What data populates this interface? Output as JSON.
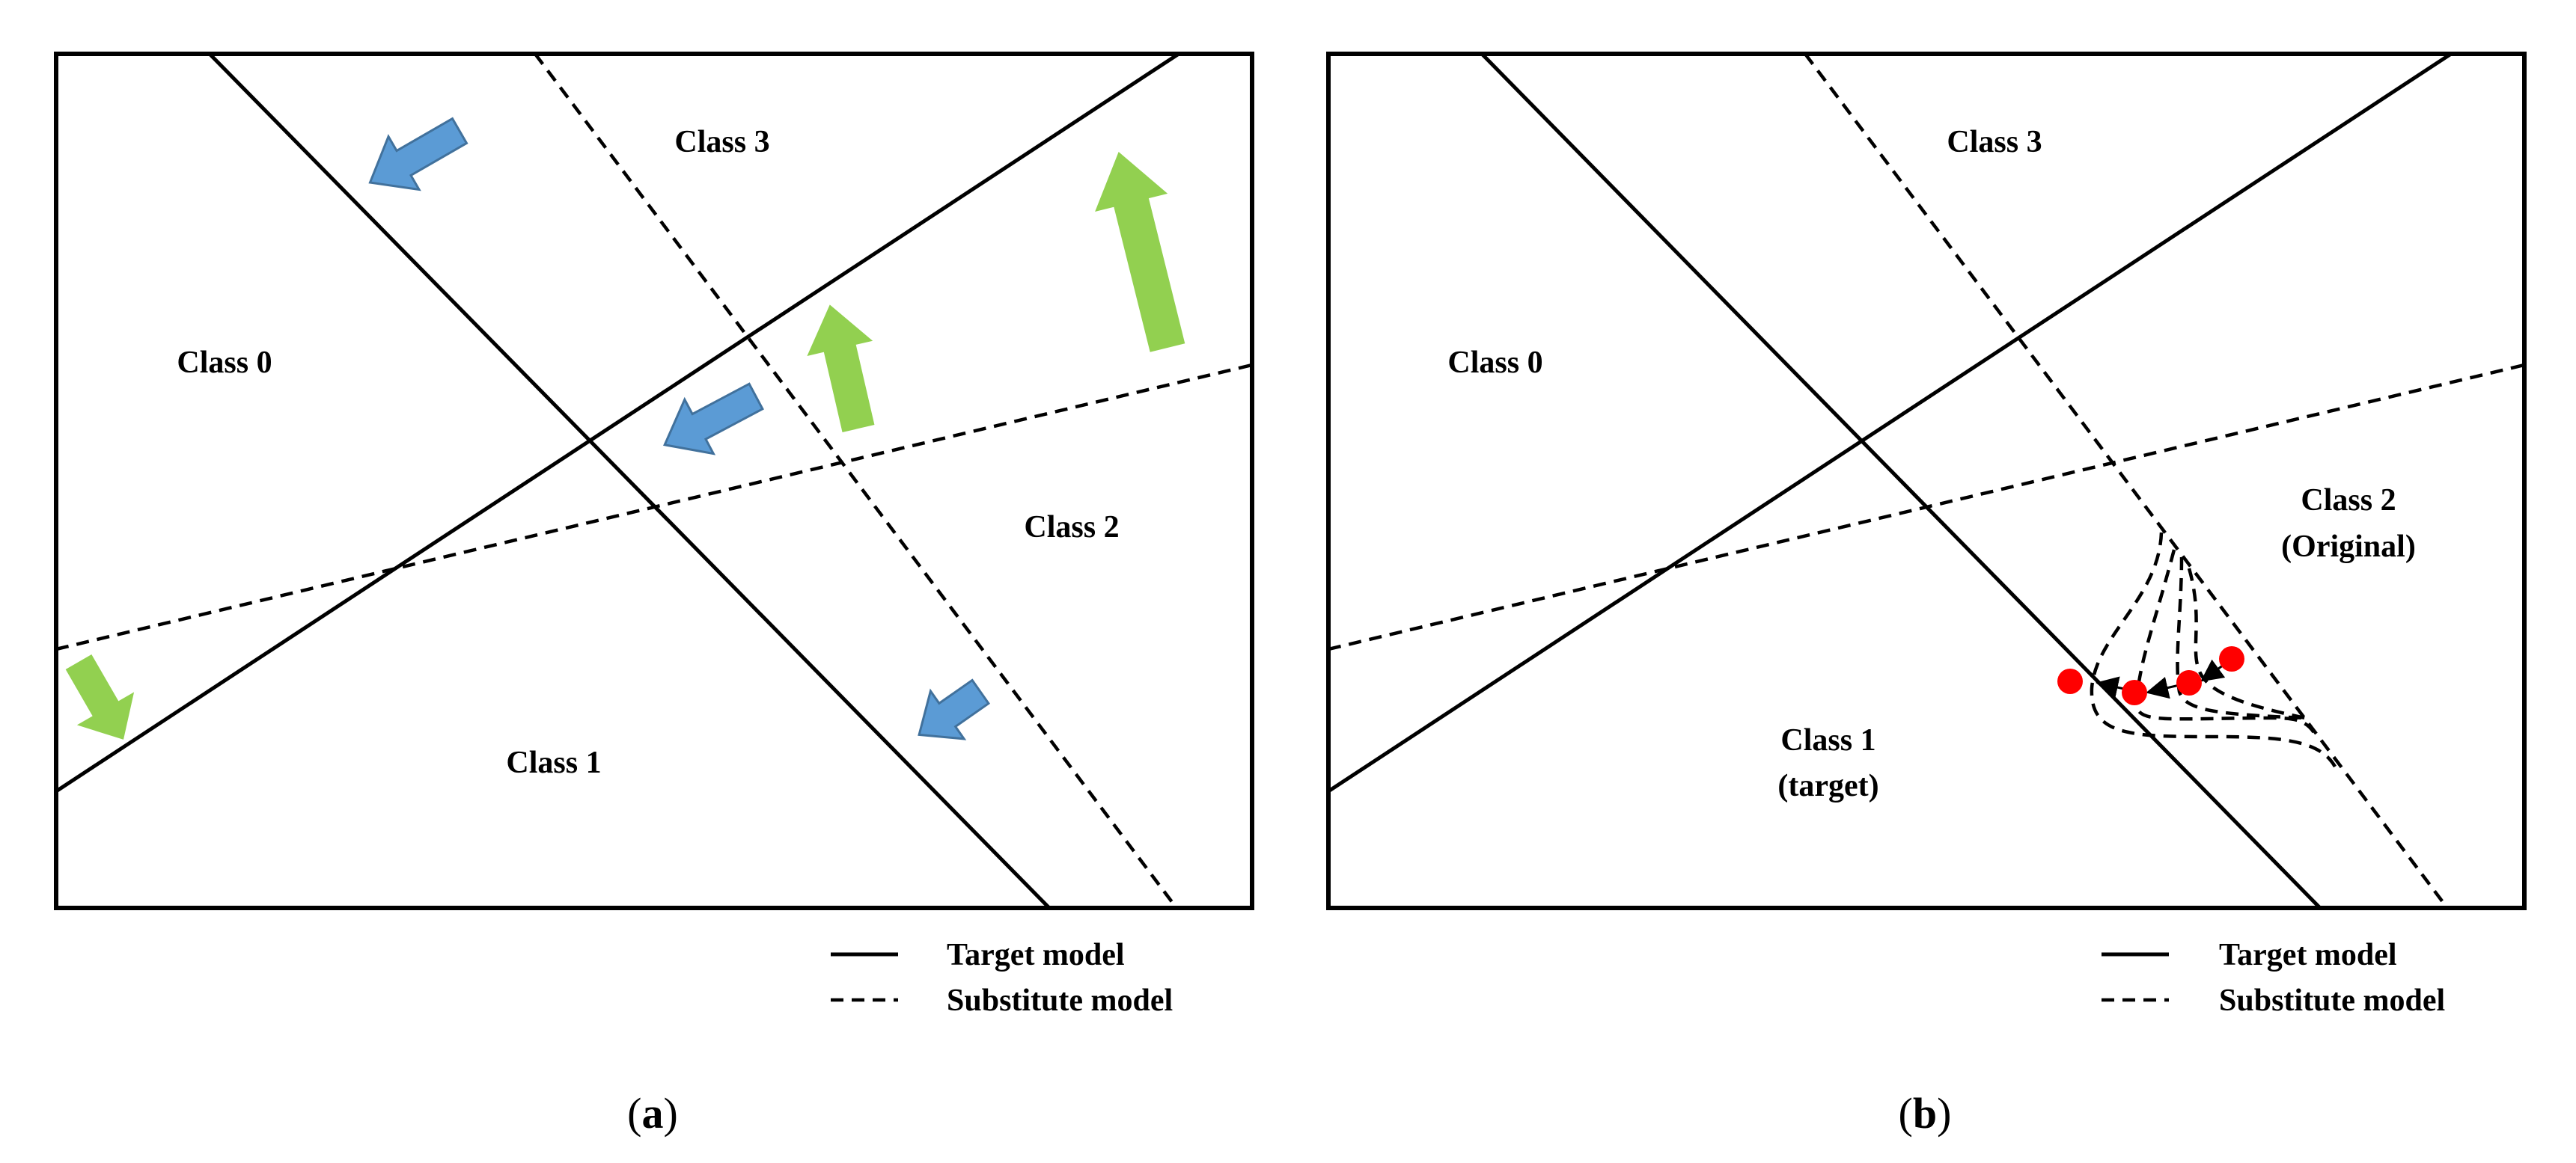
{
  "colors": {
    "blue_arrow": "#5b9bd5",
    "blue_arrow_stroke": "#41719c",
    "green_arrow": "#92d050",
    "point": "#ff0000"
  },
  "panel_a": {
    "labels": {
      "class0": "Class 0",
      "class1": "Class 1",
      "class2": "Class 2",
      "class3": "Class 3"
    },
    "legend": {
      "target": "Target model",
      "substitute": "Substitute model"
    },
    "caption": {
      "open": "(",
      "letter": "a",
      "close": ")"
    },
    "arrows": {
      "blue_count": 3,
      "green_count": 3
    }
  },
  "panel_b": {
    "labels": {
      "class0": "Class 0",
      "class1_line1": "Class 1",
      "class1_line2": "(target)",
      "class2_line1": "Class 2",
      "class2_line2": "(Original)",
      "class3": "Class 3"
    },
    "legend": {
      "target": "Target model",
      "substitute": "Substitute model"
    },
    "caption": {
      "open": "(",
      "letter": "b",
      "close": ")"
    },
    "adversarial_points_count": 4
  }
}
